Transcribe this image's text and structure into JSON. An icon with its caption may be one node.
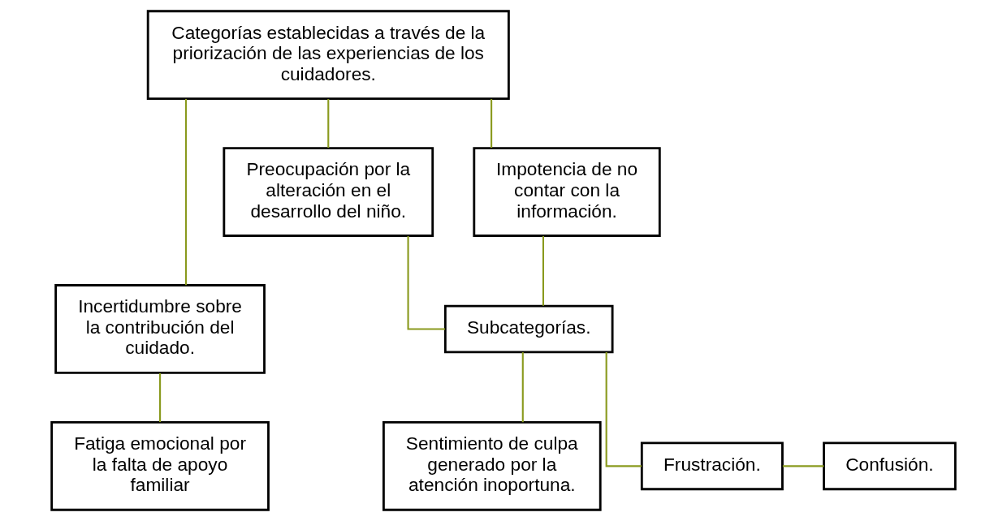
{
  "diagram": {
    "nodes": [
      {
        "text": [
          "Categorías establecidas a través de la priorización de las experiencias de los cuidadores."
        ]
      },
      {
        "text": [
          "Incertidumbre sobre la contribución del cuidado."
        ]
      },
      {
        "text": [
          "Preocupación por la alteración en el desarrollo del niño."
        ]
      },
      {
        "text": [
          "Impotencia de no contar con la información."
        ]
      },
      {
        "text": [
          "Subcategorías."
        ]
      },
      {
        "text": [
          "Fatiga emocional por la falta de apoyo familiar"
        ]
      },
      {
        "text": [
          "Sentimiento de culpa generado por la atención inoportuna."
        ]
      },
      {
        "text": [
          "Frustración."
        ]
      },
      {
        "text": [
          "Confusión."
        ]
      }
    ],
    "edges": [
      {
        "from": 0,
        "to": 1,
        "arrow": "none"
      },
      {
        "from": 0,
        "to": 2,
        "arrow": "none"
      },
      {
        "from": 0,
        "to": 3,
        "arrow": "none"
      },
      {
        "from": 1,
        "to": 5,
        "arrow": "none"
      },
      {
        "from": 2,
        "to": 4,
        "arrow": "none"
      },
      {
        "from": 3,
        "to": 4,
        "arrow": "none"
      },
      {
        "from": 4,
        "to": 6,
        "arrow": "none"
      },
      {
        "from": 4,
        "to": 7,
        "arrow": "none"
      },
      {
        "from": 7,
        "to": 8,
        "arrow": "none"
      }
    ]
  }
}
